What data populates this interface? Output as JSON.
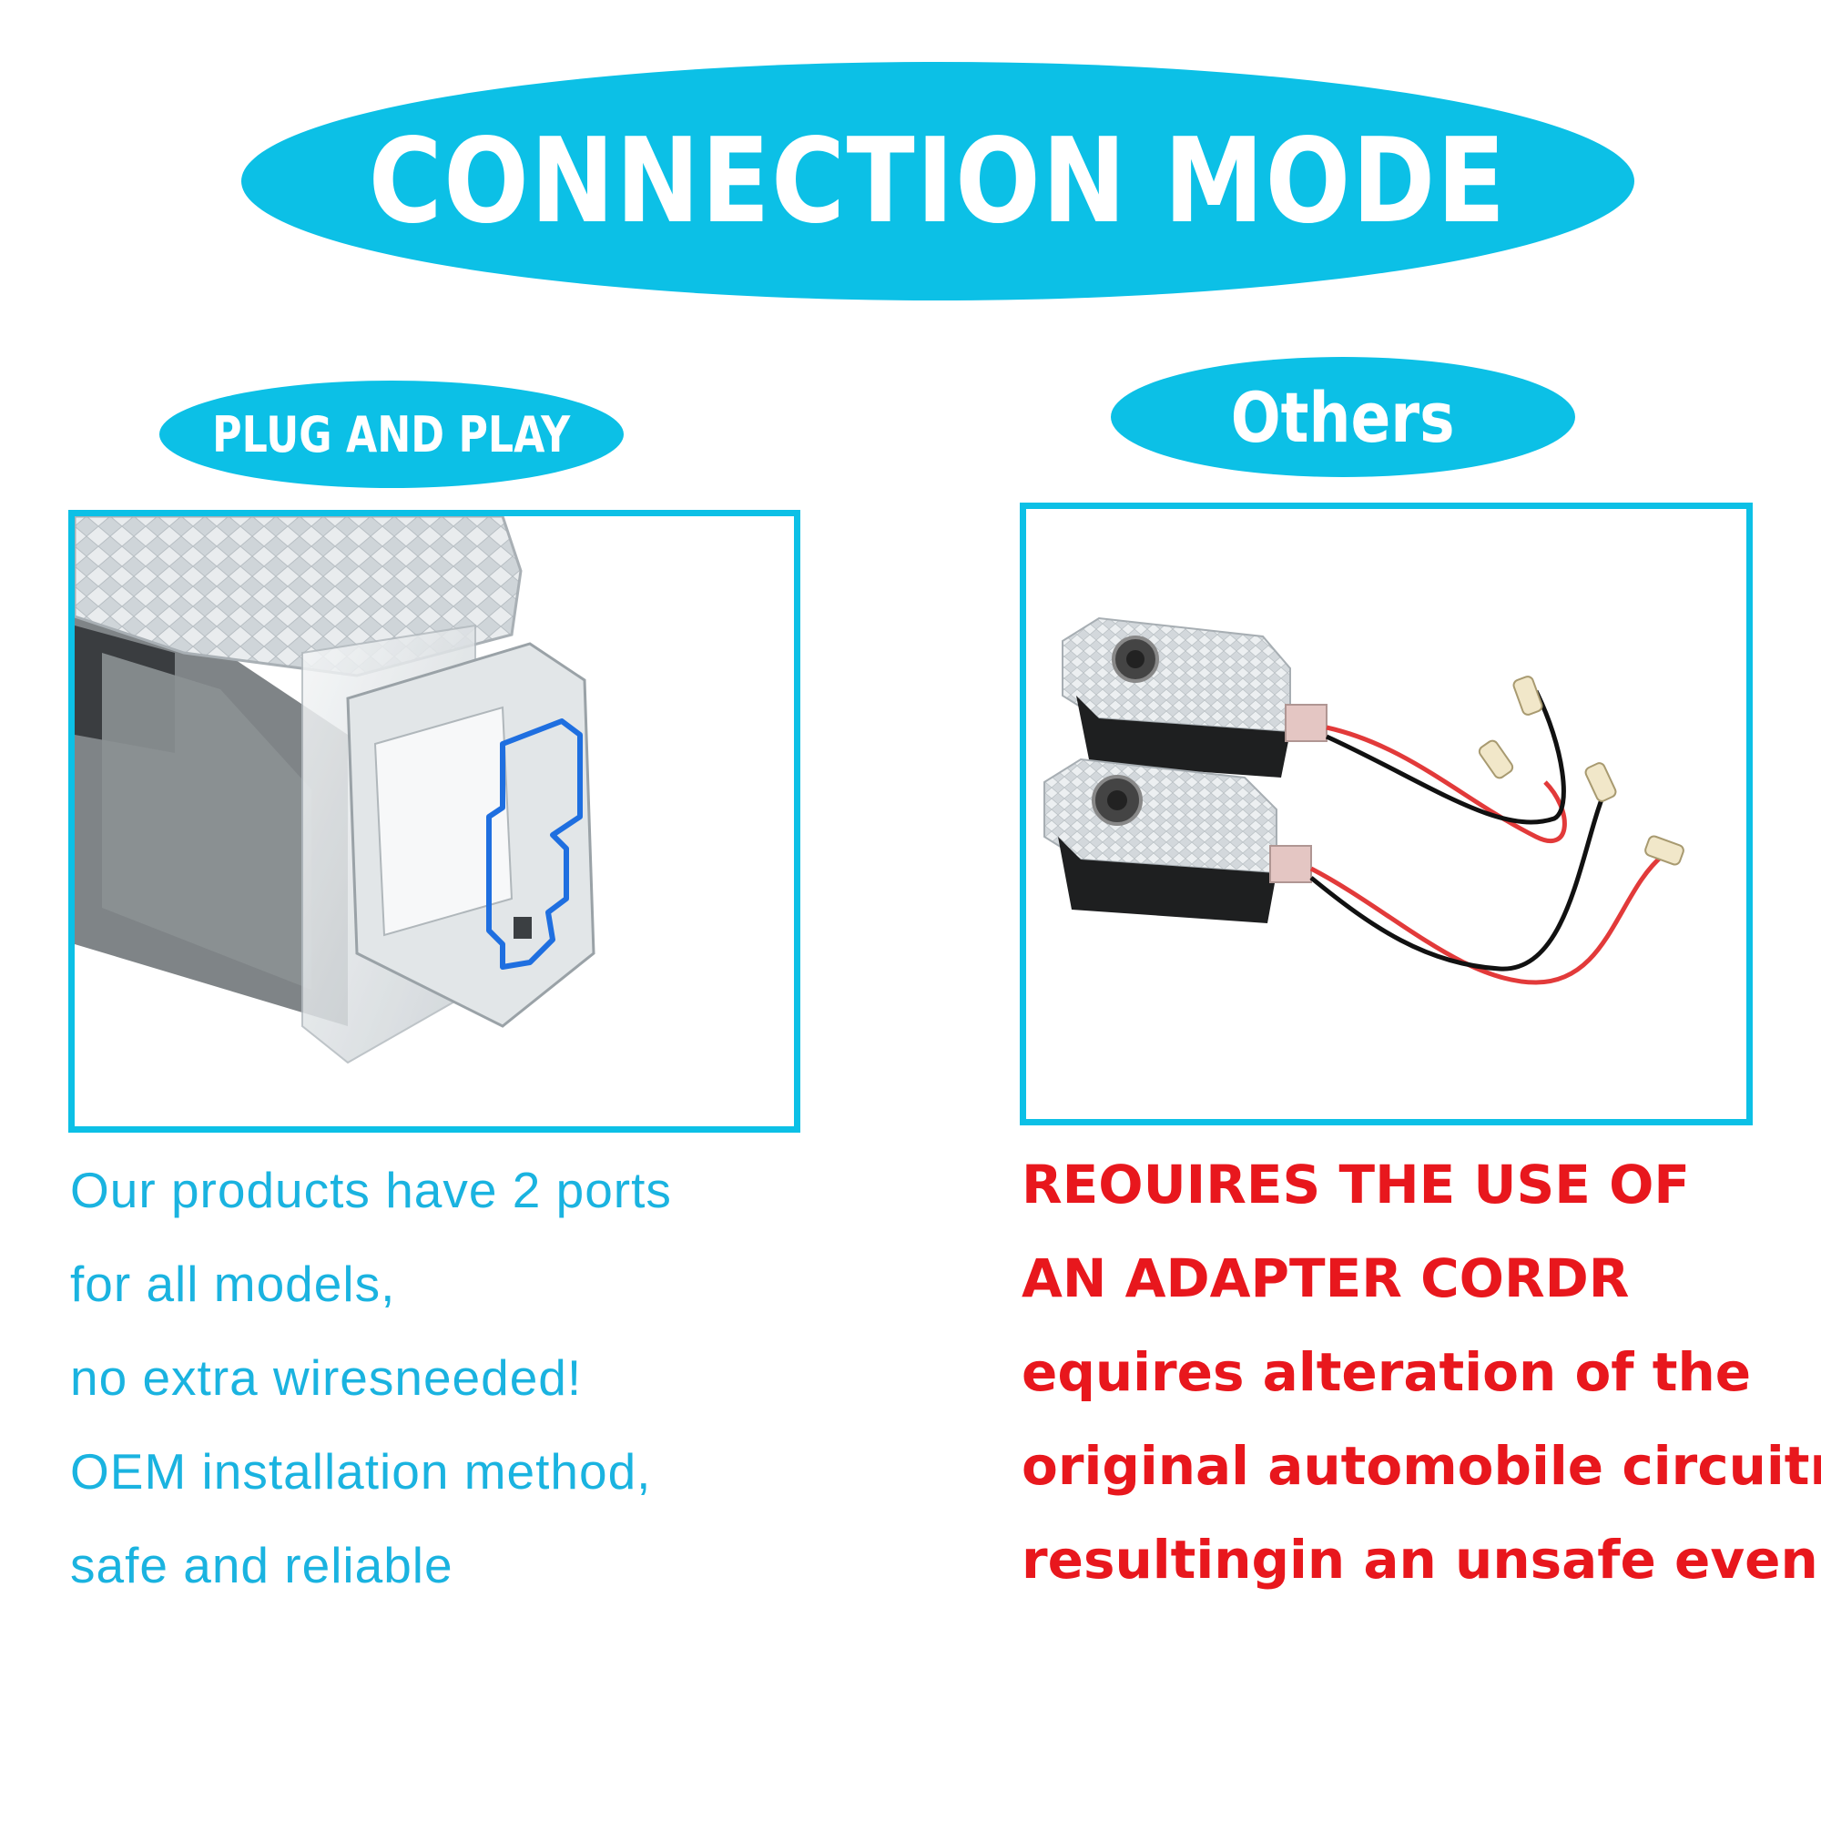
{
  "header": {
    "title": "CONNECTION MODE"
  },
  "left": {
    "heading": "PLUG AND PLAY",
    "image_icon": "projector-connector-closeup",
    "lines": [
      "Our products have 2 ports",
      "for all models,",
      "no extra wiresneeded!",
      "OEM installation method,",
      "safe and reliable"
    ]
  },
  "right": {
    "heading": "Others",
    "image_icon": "projector-lights-with-wires",
    "lines": [
      "REOUIRES THE USE OF",
      "AN ADAPTER CORDR",
      "equires alteration of the",
      "original automobile circuitry",
      "resultingin an unsafe even"
    ]
  },
  "colors": {
    "accent": "#0cc0e6",
    "left_text": "#1ab3e0",
    "right_text": "#e8171d"
  }
}
